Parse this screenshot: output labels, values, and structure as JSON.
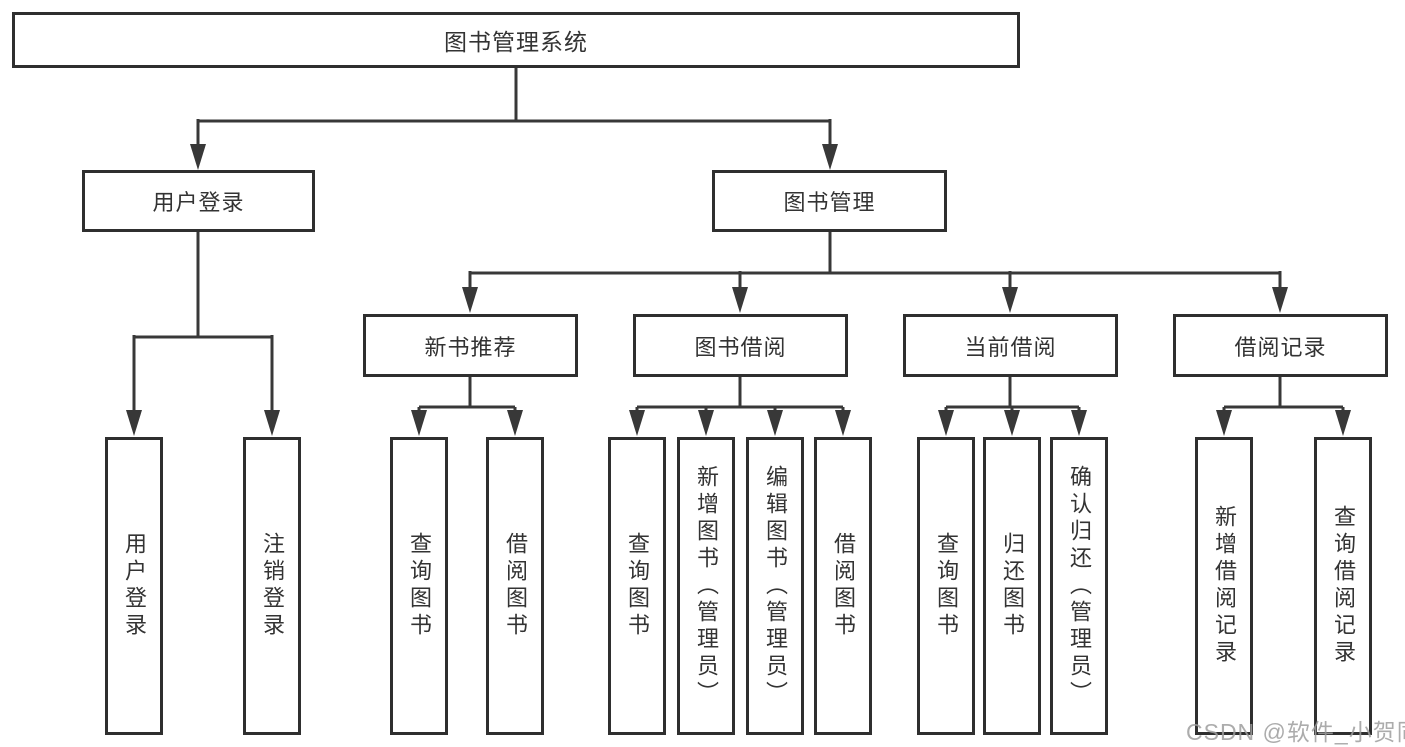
{
  "diagram": {
    "type": "tree",
    "root": {
      "label": "图书管理系统",
      "children": [
        {
          "label": "用户登录",
          "children": [
            {
              "label": "用户登录"
            },
            {
              "label": "注销登录"
            }
          ]
        },
        {
          "label": "图书管理",
          "children": [
            {
              "label": "新书推荐",
              "children": [
                {
                  "label": "查询图书"
                },
                {
                  "label": "借阅图书"
                }
              ]
            },
            {
              "label": "图书借阅",
              "children": [
                {
                  "label": "查询图书"
                },
                {
                  "label": "新增图书（管理员）"
                },
                {
                  "label": "编辑图书（管理员）"
                },
                {
                  "label": "借阅图书"
                }
              ]
            },
            {
              "label": "当前借阅",
              "children": [
                {
                  "label": "查询图书"
                },
                {
                  "label": "归还图书"
                },
                {
                  "label": "确认归还（管理员）"
                }
              ]
            },
            {
              "label": "借阅记录",
              "children": [
                {
                  "label": "新增借阅记录"
                },
                {
                  "label": "查询借阅记录"
                }
              ]
            }
          ]
        }
      ]
    }
  },
  "watermark": "CSDN @软件_小贺同学",
  "colors": {
    "line": "#383838",
    "box_border": "#2f2f2f",
    "text": "#333333",
    "watermark": "#9e9e9e",
    "background": "#ffffff"
  }
}
